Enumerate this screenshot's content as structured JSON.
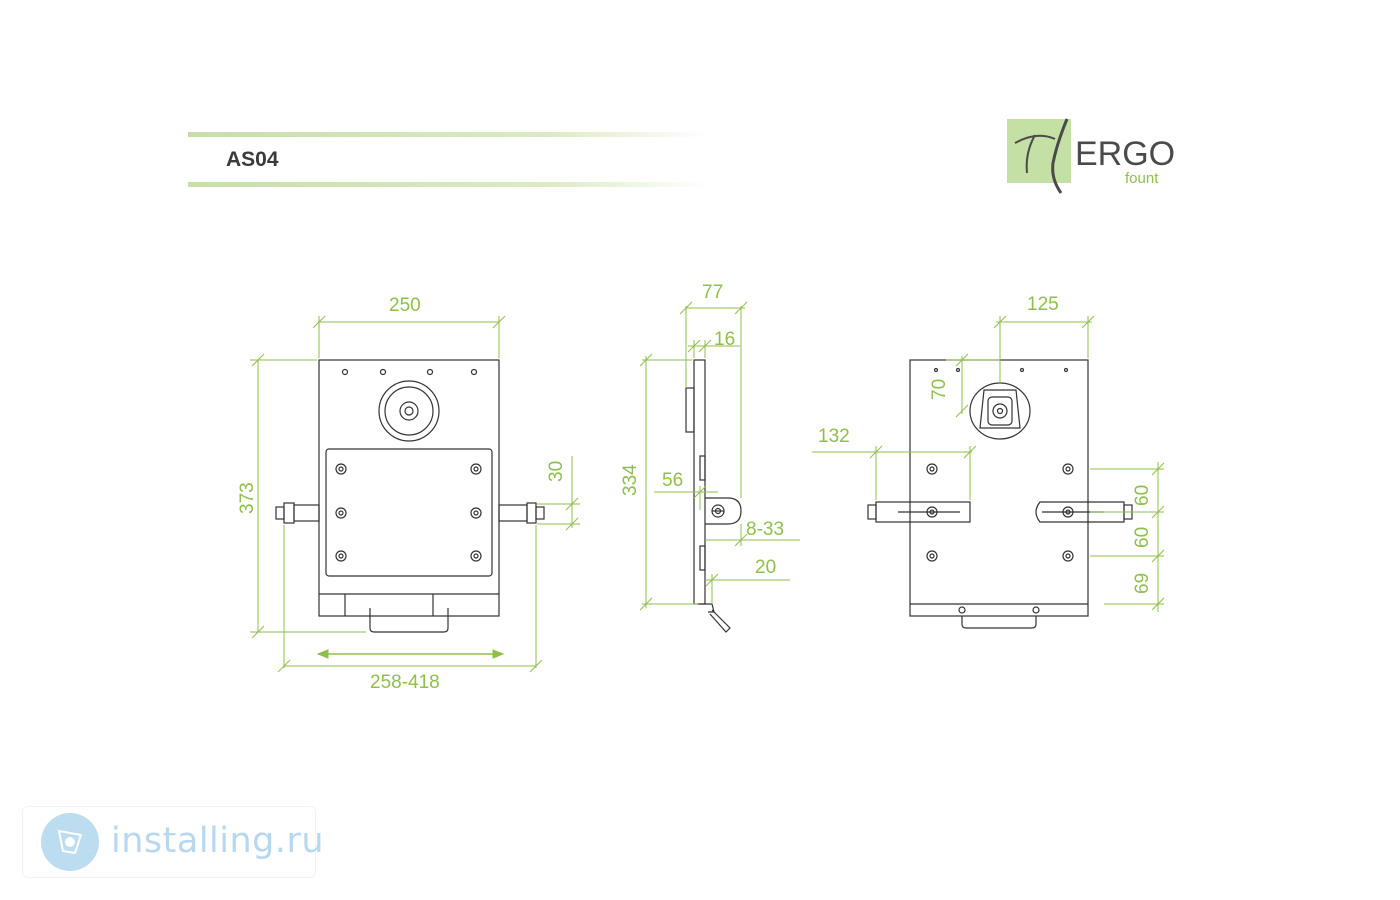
{
  "header": {
    "model": "AS04"
  },
  "logo": {
    "brand": "ERGO",
    "sub": "fount"
  },
  "front_view": {
    "width": "250",
    "height": "373",
    "offset": "30",
    "extend": "258-418"
  },
  "side_view": {
    "depth": "77",
    "thickness": "16",
    "height": "334",
    "offset": "56",
    "clamp": "8-33",
    "hook": "20"
  },
  "back_view": {
    "width": "125",
    "top_offset": "70",
    "slot": "132",
    "spacing_1": "60",
    "spacing_2": "60",
    "bottom": "69"
  },
  "watermark": {
    "text": "installing.ru"
  },
  "colors": {
    "dimension": "#8fbf4a",
    "line": "#333333",
    "accent": "#c7dfa7",
    "watermark": "#b7d8ef"
  }
}
